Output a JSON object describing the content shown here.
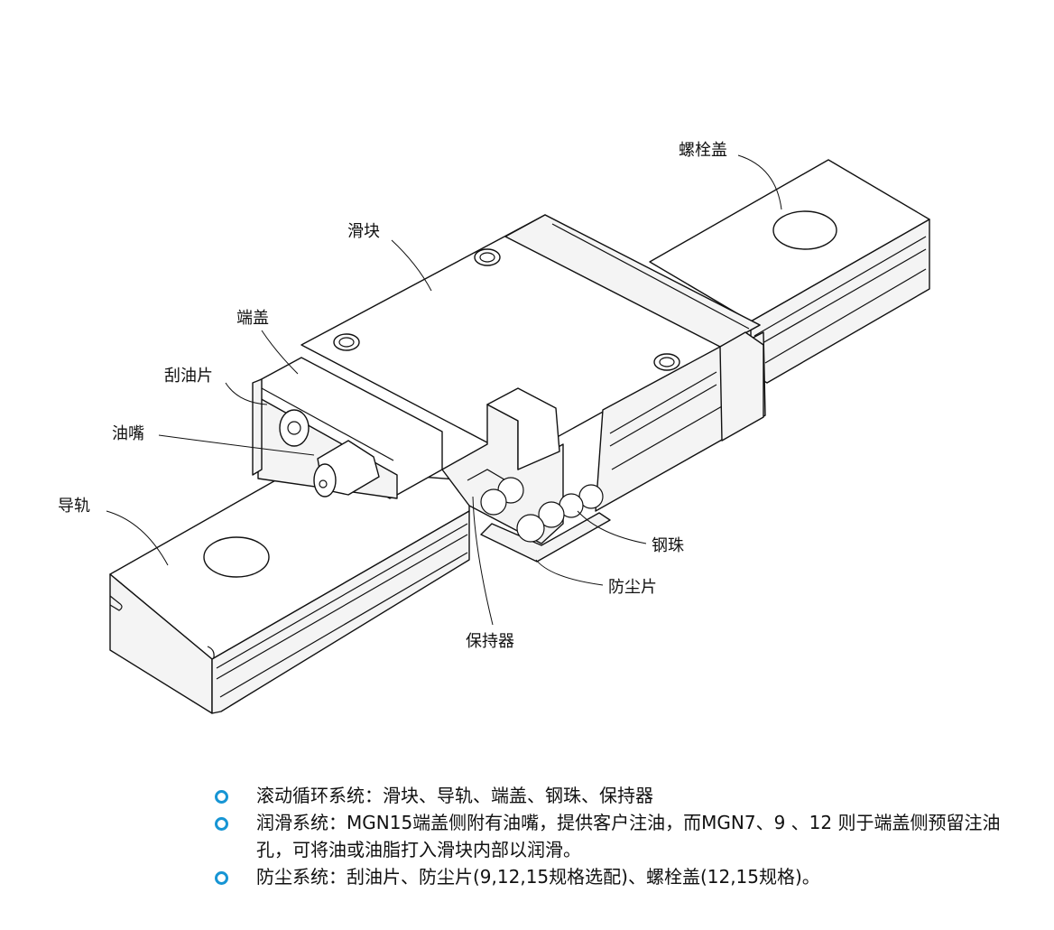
{
  "labels": {
    "bolt_cap": "螺栓盖",
    "block": "滑块",
    "end_cap": "端盖",
    "scraper": "刮油片",
    "grease_nipple": "油嘴",
    "rail": "导轨",
    "steel_ball": "钢珠",
    "dust_seal": "防尘片",
    "retainer": "保持器"
  },
  "notes": [
    {
      "text": "滚动循环系统：滑块、导轨、端盖、钢珠、保持器"
    },
    {
      "text": "润滑系统：MGN15端盖侧附有油嘴，提供客户注油，而MGN7、9 、12 则于端盖侧预留注油孔，可将油或油脂打入滑块内部以润滑。"
    },
    {
      "text": "防尘系统：刮油片、防尘片(9,12,15规格选配)、螺栓盖(12,15规格)。"
    }
  ],
  "colors": {
    "bullet": "#1795d4",
    "line": "#111111"
  },
  "icons": {
    "bullet": "ring-bullet-icon"
  }
}
